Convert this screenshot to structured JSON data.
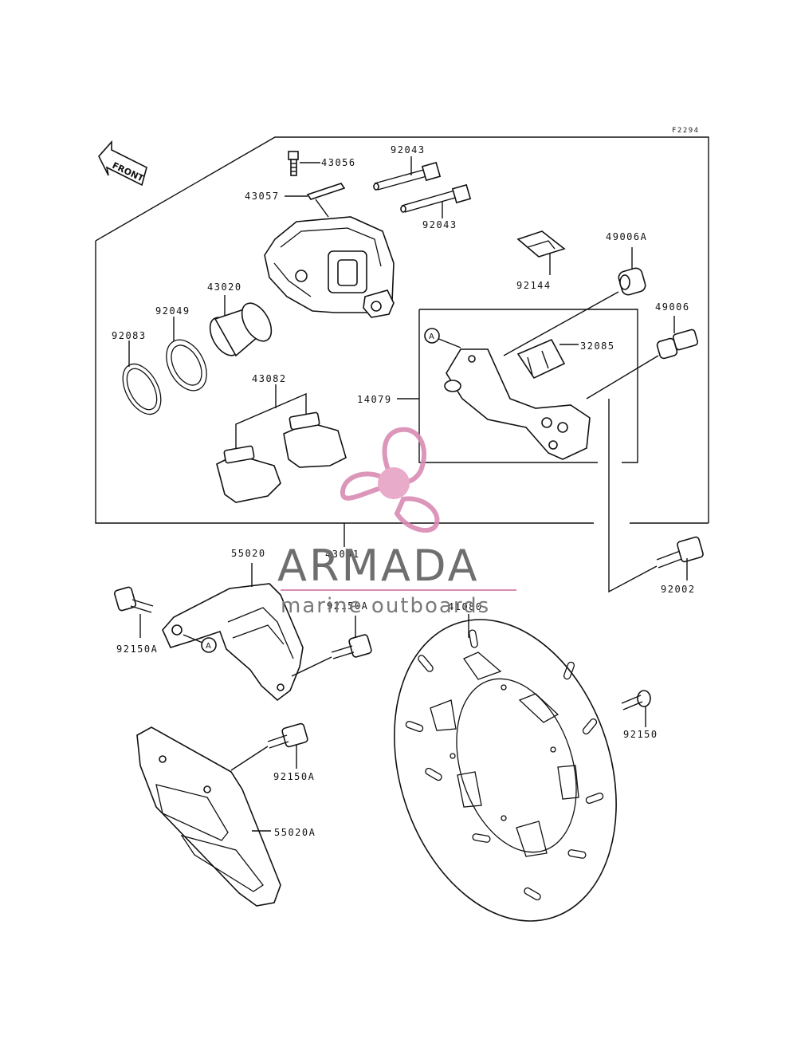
{
  "diagram": {
    "ref_code": "F2294",
    "front_label": "FRONT",
    "callout_marker": "A",
    "labels": [
      {
        "id": "p43056",
        "text": "43056"
      },
      {
        "id": "p92043a",
        "text": "92043"
      },
      {
        "id": "p43057",
        "text": "43057"
      },
      {
        "id": "p92043b",
        "text": "92043"
      },
      {
        "id": "p49006A",
        "text": "49006A"
      },
      {
        "id": "p92144",
        "text": "92144"
      },
      {
        "id": "p43020",
        "text": "43020"
      },
      {
        "id": "p92049",
        "text": "92049"
      },
      {
        "id": "p49006",
        "text": "49006"
      },
      {
        "id": "p92083",
        "text": "92083"
      },
      {
        "id": "p32085",
        "text": "32085"
      },
      {
        "id": "p43082",
        "text": "43082"
      },
      {
        "id": "p14079",
        "text": "14079"
      },
      {
        "id": "p43041",
        "text": "43041"
      },
      {
        "id": "p55020",
        "text": "55020"
      },
      {
        "id": "p92002",
        "text": "92002"
      },
      {
        "id": "p41080",
        "text": "41080"
      },
      {
        "id": "p92150Aa",
        "text": "92150A"
      },
      {
        "id": "p92150Ab",
        "text": "92150A"
      },
      {
        "id": "p92150",
        "text": "92150"
      },
      {
        "id": "p92150Ac",
        "text": "92150A"
      },
      {
        "id": "p55020A",
        "text": "55020A"
      }
    ]
  },
  "watermark": {
    "brand": "ARMADA",
    "tagline": "marine outboards",
    "accent_color": "#e6a3c4",
    "accent_dark": "#d98bb3"
  }
}
